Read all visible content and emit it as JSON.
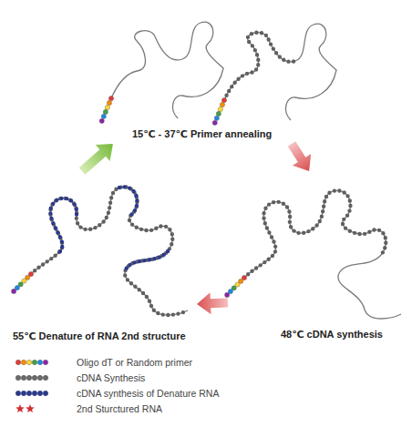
{
  "diagram": {
    "nodes": [
      {
        "text": [
          "15℃ - 37℃ Primer annealing"
        ]
      },
      {
        "text": [
          "48℃ cDNA synthesis"
        ]
      },
      {
        "text": [
          "55℃ Denature of RNA 2nd structure"
        ]
      }
    ],
    "edges": [
      {
        "from": 0,
        "to": 1,
        "arrow": "to"
      },
      {
        "from": 1,
        "to": 2,
        "arrow": "to"
      },
      {
        "from": 2,
        "to": 0,
        "arrow": "to"
      }
    ],
    "legend": [
      {
        "text": "Oligo dT or Random primer"
      },
      {
        "text": "cDNA Synthesis"
      },
      {
        "text": "cDNA synthesis of Denature RNA"
      },
      {
        "text": "2nd Sturctured RNA"
      }
    ]
  }
}
